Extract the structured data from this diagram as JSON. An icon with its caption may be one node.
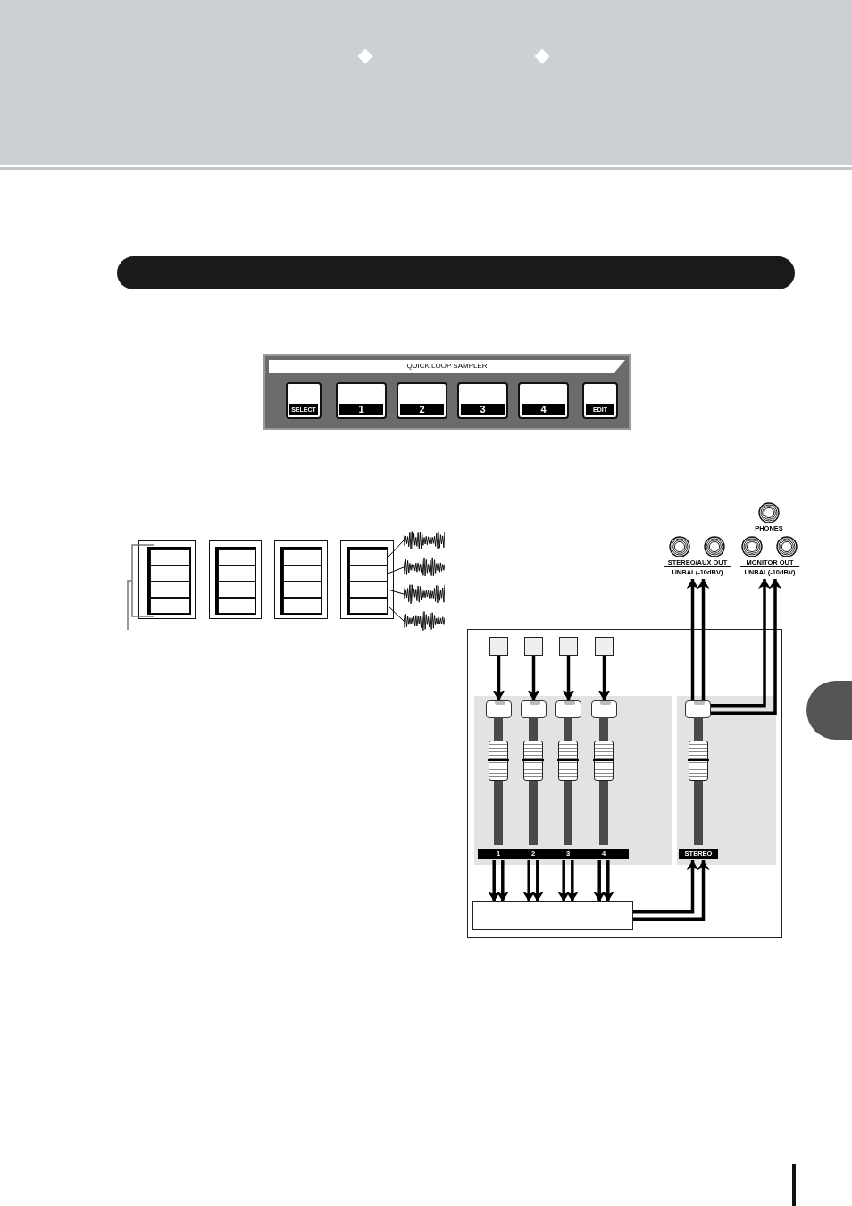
{
  "diagram": {
    "nodes": [
      {
        "text": [
          "QUICK LOOP SAMPLER"
        ]
      },
      {
        "text": [
          "SELECT"
        ],
        "in": 0
      },
      {
        "text": [
          "1"
        ],
        "in": 0
      },
      {
        "text": [
          "2"
        ],
        "in": 0
      },
      {
        "text": [
          "3"
        ],
        "in": 0
      },
      {
        "text": [
          "4"
        ],
        "in": 0
      },
      {
        "text": [
          "EDIT"
        ],
        "in": 0
      },
      {
        "text": [],
        "shape": "box"
      },
      {
        "text": [],
        "shape": "box"
      },
      {
        "text": [],
        "shape": "box"
      },
      {
        "text": [],
        "shape": "box"
      },
      {
        "text": [],
        "shape": "box",
        "in": 7
      },
      {
        "text": [],
        "shape": "box",
        "in": 7
      },
      {
        "text": [],
        "shape": "box",
        "in": 7
      },
      {
        "text": [],
        "shape": "box",
        "in": 7
      },
      {
        "text": [],
        "shape": "box",
        "in": 8
      },
      {
        "text": [],
        "shape": "box",
        "in": 8
      },
      {
        "text": [],
        "shape": "box",
        "in": 8
      },
      {
        "text": [],
        "shape": "box",
        "in": 8
      },
      {
        "text": [],
        "shape": "box",
        "in": 9
      },
      {
        "text": [],
        "shape": "box",
        "in": 9
      },
      {
        "text": [],
        "shape": "box",
        "in": 9
      },
      {
        "text": [],
        "shape": "box",
        "in": 9
      },
      {
        "text": [],
        "shape": "box",
        "in": 10
      },
      {
        "text": [],
        "shape": "box",
        "in": 10
      },
      {
        "text": [],
        "shape": "box",
        "in": 10
      },
      {
        "text": [],
        "shape": "box",
        "in": 10
      },
      {
        "text": [],
        "shape": "picture"
      },
      {
        "text": [],
        "shape": "picture"
      },
      {
        "text": [],
        "shape": "picture"
      },
      {
        "text": [],
        "shape": "picture"
      },
      {
        "text": [
          "PHONES"
        ]
      },
      {
        "text": [
          "STEREO/AUX OUT",
          "UNBAL(-10dBV)"
        ]
      },
      {
        "text": [],
        "shape": "circle",
        "in": 32
      },
      {
        "text": [],
        "shape": "circle",
        "in": 32
      },
      {
        "text": [
          "MONITOR OUT",
          "UNBAL(-10dBV)"
        ]
      },
      {
        "text": [],
        "shape": "circle",
        "in": 35
      },
      {
        "text": [],
        "shape": "circle",
        "in": 35
      },
      {
        "text": [],
        "shape": "box"
      },
      {
        "text": [],
        "shape": "box",
        "in": 38
      },
      {
        "text": [],
        "shape": "box",
        "in": 38
      },
      {
        "text": [],
        "shape": "box",
        "in": 38
      },
      {
        "text": [],
        "shape": "box",
        "in": 38
      },
      {
        "text": [],
        "shape": "box",
        "in": 38
      },
      {
        "text": [],
        "shape": "box",
        "in": 43
      },
      {
        "text": [],
        "shape": "box",
        "in": 43
      },
      {
        "text": [],
        "shape": "box",
        "in": 43
      },
      {
        "text": [],
        "shape": "box",
        "in": 43
      },
      {
        "text": [
          "1"
        ],
        "in": 43
      },
      {
        "text": [
          "2"
        ],
        "in": 43
      },
      {
        "text": [
          "3"
        ],
        "in": 43
      },
      {
        "text": [
          "4"
        ],
        "in": 43
      },
      {
        "text": [],
        "shape": "box",
        "in": 38
      },
      {
        "text": [],
        "shape": "box",
        "in": 52
      },
      {
        "text": [
          "STEREO"
        ],
        "in": 52
      },
      {
        "text": [],
        "shape": "box",
        "in": 38
      },
      {
        "text": [],
        "shape": "bar"
      }
    ],
    "edges": [
      {
        "from": 23,
        "to": 27,
        "arrow": "none"
      },
      {
        "from": 24,
        "to": 28,
        "arrow": "none"
      },
      {
        "from": 25,
        "to": 29,
        "arrow": "none"
      },
      {
        "from": 26,
        "to": 30,
        "arrow": "none"
      },
      {
        "from": 39,
        "to": 44,
        "arrow": "to"
      },
      {
        "from": 40,
        "to": 45,
        "arrow": "to"
      },
      {
        "from": 41,
        "to": 46,
        "arrow": "to"
      },
      {
        "from": 42,
        "to": 47,
        "arrow": "to"
      },
      {
        "from": 48,
        "to": 55,
        "arrow": "to"
      },
      {
        "from": 48,
        "to": 55,
        "arrow": "to"
      },
      {
        "from": 49,
        "to": 55,
        "arrow": "to"
      },
      {
        "from": 49,
        "to": 55,
        "arrow": "to"
      },
      {
        "from": 50,
        "to": 55,
        "arrow": "to"
      },
      {
        "from": 50,
        "to": 55,
        "arrow": "to"
      },
      {
        "from": 51,
        "to": 55,
        "arrow": "to"
      },
      {
        "from": 51,
        "to": 55,
        "arrow": "to"
      },
      {
        "from": 55,
        "to": 54,
        "arrow": "to"
      },
      {
        "from": 55,
        "to": 54,
        "arrow": "to"
      },
      {
        "from": 53,
        "to": 32,
        "arrow": "to"
      },
      {
        "from": 53,
        "to": 32,
        "arrow": "to"
      },
      {
        "from": 53,
        "to": 35,
        "arrow": "to"
      },
      {
        "from": 53,
        "to": 35,
        "arrow": "to"
      }
    ]
  }
}
